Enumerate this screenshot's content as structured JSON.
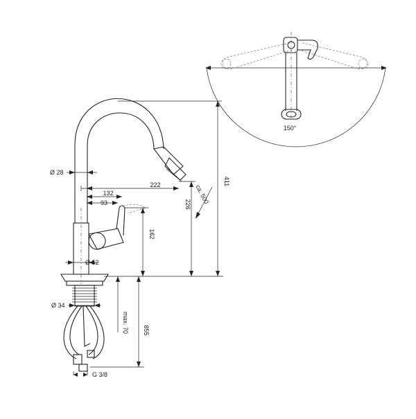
{
  "labels": {
    "swing_angle": "150°",
    "spout_diameter": "Ø 28",
    "spout_reach": "222",
    "lever_offset_132": "132",
    "lever_offset_93": "93",
    "pull_out": "ca. 500",
    "lever_height": "162",
    "outlet_height": "226",
    "total_height": "411",
    "body_diameter": "Ø 52",
    "shank_diameter": "Ø 34",
    "max_deck": "max. 70",
    "hose_length": "855",
    "connection": "G 3/8"
  }
}
